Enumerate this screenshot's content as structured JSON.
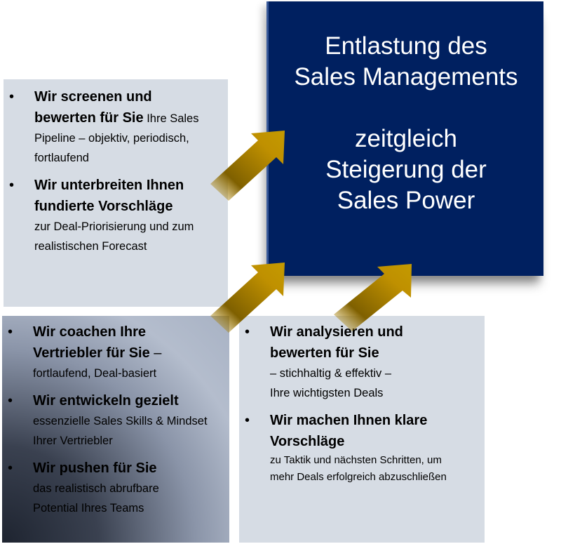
{
  "center": {
    "line1": "Entlastung des",
    "line2": "Sales Managements",
    "line3": "zeitgleich",
    "line4": "Steigerung der",
    "line5": "Sales Power"
  },
  "top_left": {
    "items": [
      {
        "bold": "Wir screenen und bewerten für Sie",
        "text": " Ihre Sales Pipeline – objektiv, periodisch, fortlaufend"
      },
      {
        "bold": "Wir unterbreiten Ihnen fundierte Vorschläge",
        "text": "zur Deal-Priorisierung und zum realistischen Forecast"
      }
    ]
  },
  "bottom_left": {
    "items": [
      {
        "bold": "Wir coachen Ihre Vertriebler für Sie",
        "text_inline": " –",
        "text": "fortlaufend, Deal-basiert"
      },
      {
        "bold": "Wir entwickeln gezielt",
        "text": "essenzielle Sales Skills & Mindset Ihrer Vertriebler"
      },
      {
        "bold": "Wir pushen für Sie",
        "text": "das realistisch abrufbare Potential Ihres Teams"
      }
    ]
  },
  "bottom_right": {
    "items": [
      {
        "bold": "Wir analysieren und bewerten für Sie",
        "text": "– stichhaltig & effektiv – Ihre wichtigsten Deals"
      },
      {
        "bold": "Wir machen Ihnen klare Vorschläge",
        "text": "zu Taktik und nächsten Schritten, um mehr Deals erfolgreich abzuschließen"
      }
    ]
  },
  "colors": {
    "navy": "#002060",
    "panel": "#d6dce4",
    "arrow": "#bf9000"
  }
}
